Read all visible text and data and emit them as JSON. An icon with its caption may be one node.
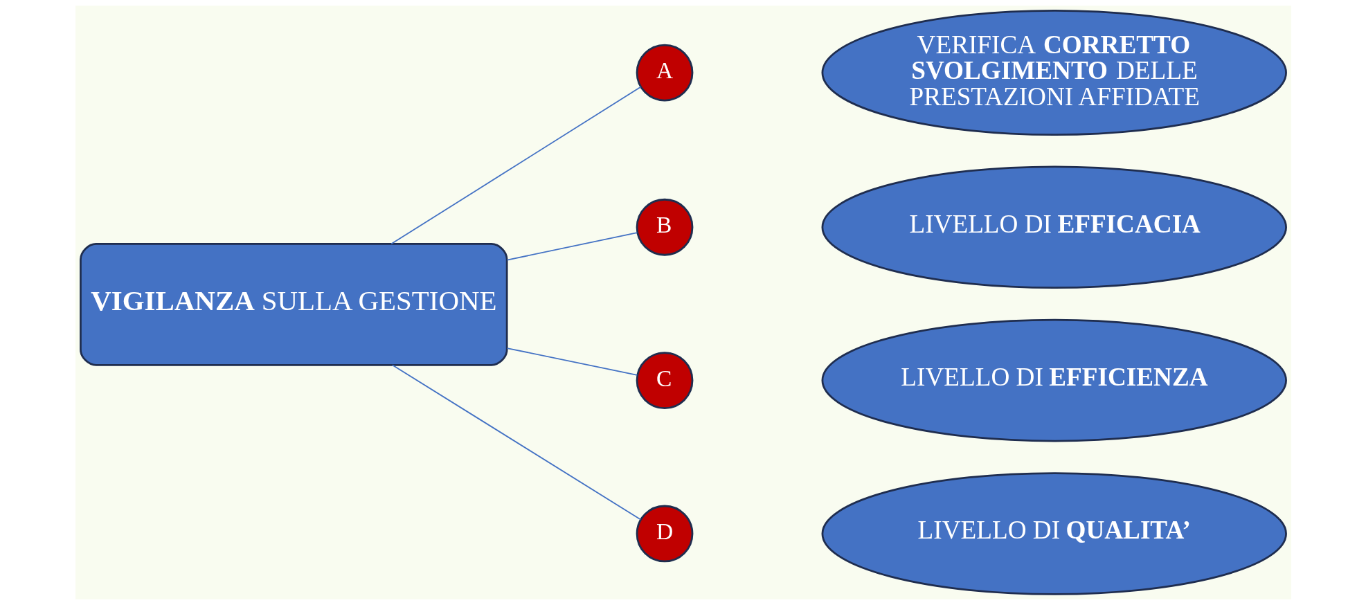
{
  "diagram": {
    "nodes": [
      {
        "text": [
          "**VIGILANZA** SULLA GESTIONE"
        ]
      },
      {
        "text": [
          "A"
        ]
      },
      {
        "text": [
          "VERIFICA **CORRETTO SVOLGIMENTO** DELLE PRESTAZIONI AFFIDATE"
        ]
      },
      {
        "text": [
          "B"
        ]
      },
      {
        "text": [
          "LIVELLO DI **EFFICACIA**"
        ]
      },
      {
        "text": [
          "C"
        ]
      },
      {
        "text": [
          "LIVELLO DI **EFFICIENZA**"
        ]
      },
      {
        "text": [
          "D"
        ]
      },
      {
        "text": [
          "LIVELLO DI **QUALITA’**"
        ]
      }
    ],
    "edges": [
      {
        "from": 0,
        "to": 1,
        "arrow": "none"
      },
      {
        "from": 0,
        "to": 3,
        "arrow": "none"
      },
      {
        "from": 0,
        "to": 5,
        "arrow": "none"
      },
      {
        "from": 0,
        "to": 7,
        "arrow": "none"
      }
    ]
  }
}
